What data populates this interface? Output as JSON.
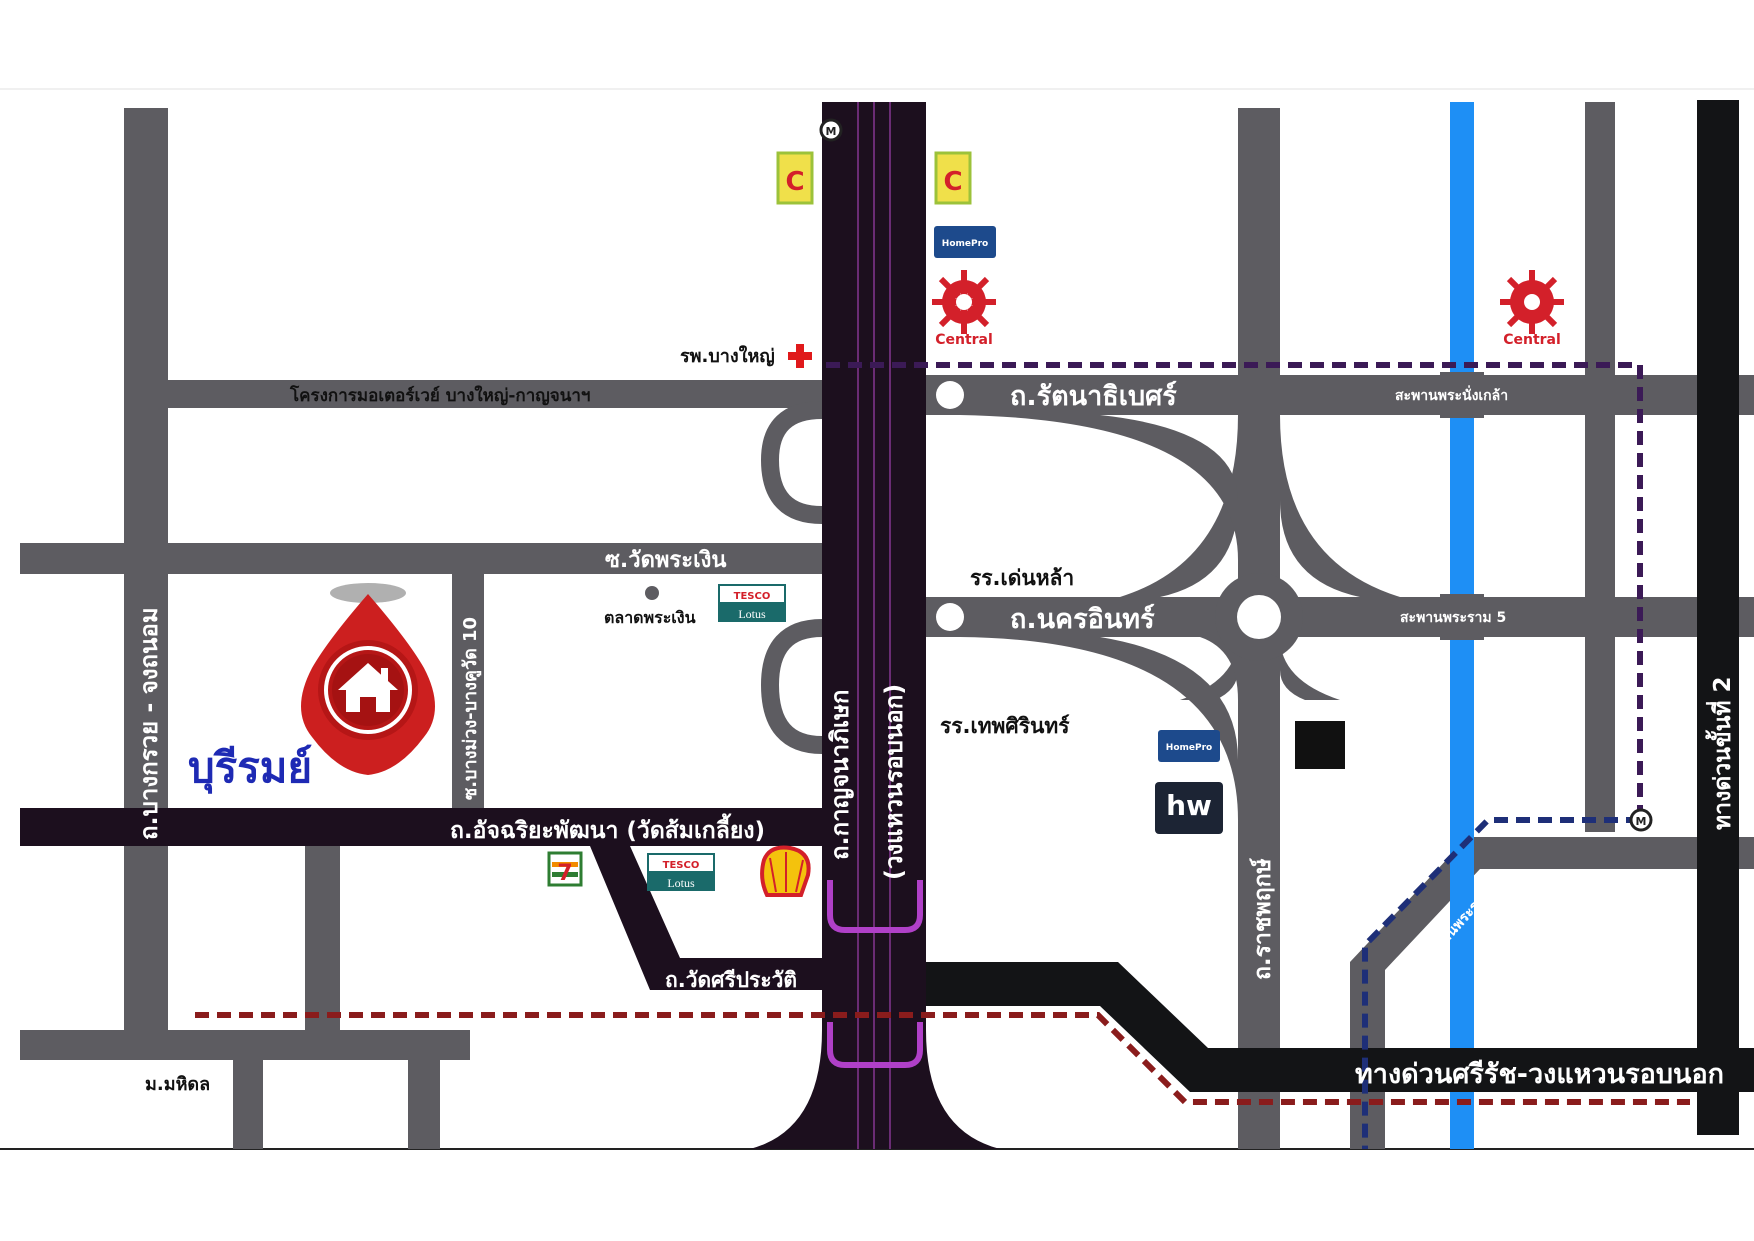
{
  "map": {
    "labels": {
      "motorway": "โครงการมอเตอร์เวย์ บางใหญ่-กาญจนาฯ",
      "hospital": "รพ.บางใหญ่",
      "rattanathibet": "ถ.รัตนาธิเบศร์",
      "bridge_nonthaburi": "สะพานพระนั่งเกล้า",
      "soi_wat_phra_ngoen": "ซ.วัดพระเงิน",
      "market": "ตลาดพระเงิน",
      "school_denla": "รร.เด่นหล้า",
      "nakhon_in": "ถ.นครอินทร์",
      "bridge_rama5": "สะพานพระราม 5",
      "school_thepsirin": "รร.เทพศิรินทร์",
      "kanchanaphisek_line1": "ถ.กาญจนาภิเษก",
      "kanchanaphisek_line2": "(วงแหวนรอบนอก)",
      "bang_kruai": "ถ.บางกรวย - จงถนอม",
      "soi_bang_muang": "ซ.บางม่วง-บางคูวัด 10",
      "project_name": "บุรีรมย์",
      "atcharia": "ถ.อัจฉริยะพัฒนา (วัดส้มเกลี้ยง)",
      "wat_si_prawat": "ถ.วัดศรีประวัติ",
      "ratchaphruek": "ถ.ราชพฤกษ์",
      "bridge_rama7": "สะพานพระราม 7",
      "expressway2": "ทางด่วนขั้นที่ 2",
      "si_rat_expressway": "ทางด่วนศรีรัช-วงแหวนรอบนอก",
      "mahidol": "ม.มหิดล"
    },
    "brands": {
      "bigc": "C",
      "homepro": "HomePro",
      "central": "Central",
      "tesco_top": "TESCO",
      "tesco_bottom": "Lotus",
      "seven": "7",
      "hw": "hw",
      "metro": "M"
    },
    "colors": {
      "road": "#5d5c61",
      "main_road": "#1c0f1e",
      "expressway": "#131416",
      "river": "#1e8ff5",
      "rail_purple": "#3b1a56",
      "rail_red": "#8a1c1c",
      "rail_blue": "#1e2f78",
      "project": "#cc1f1f",
      "project_name": "#1e2ab4"
    }
  }
}
